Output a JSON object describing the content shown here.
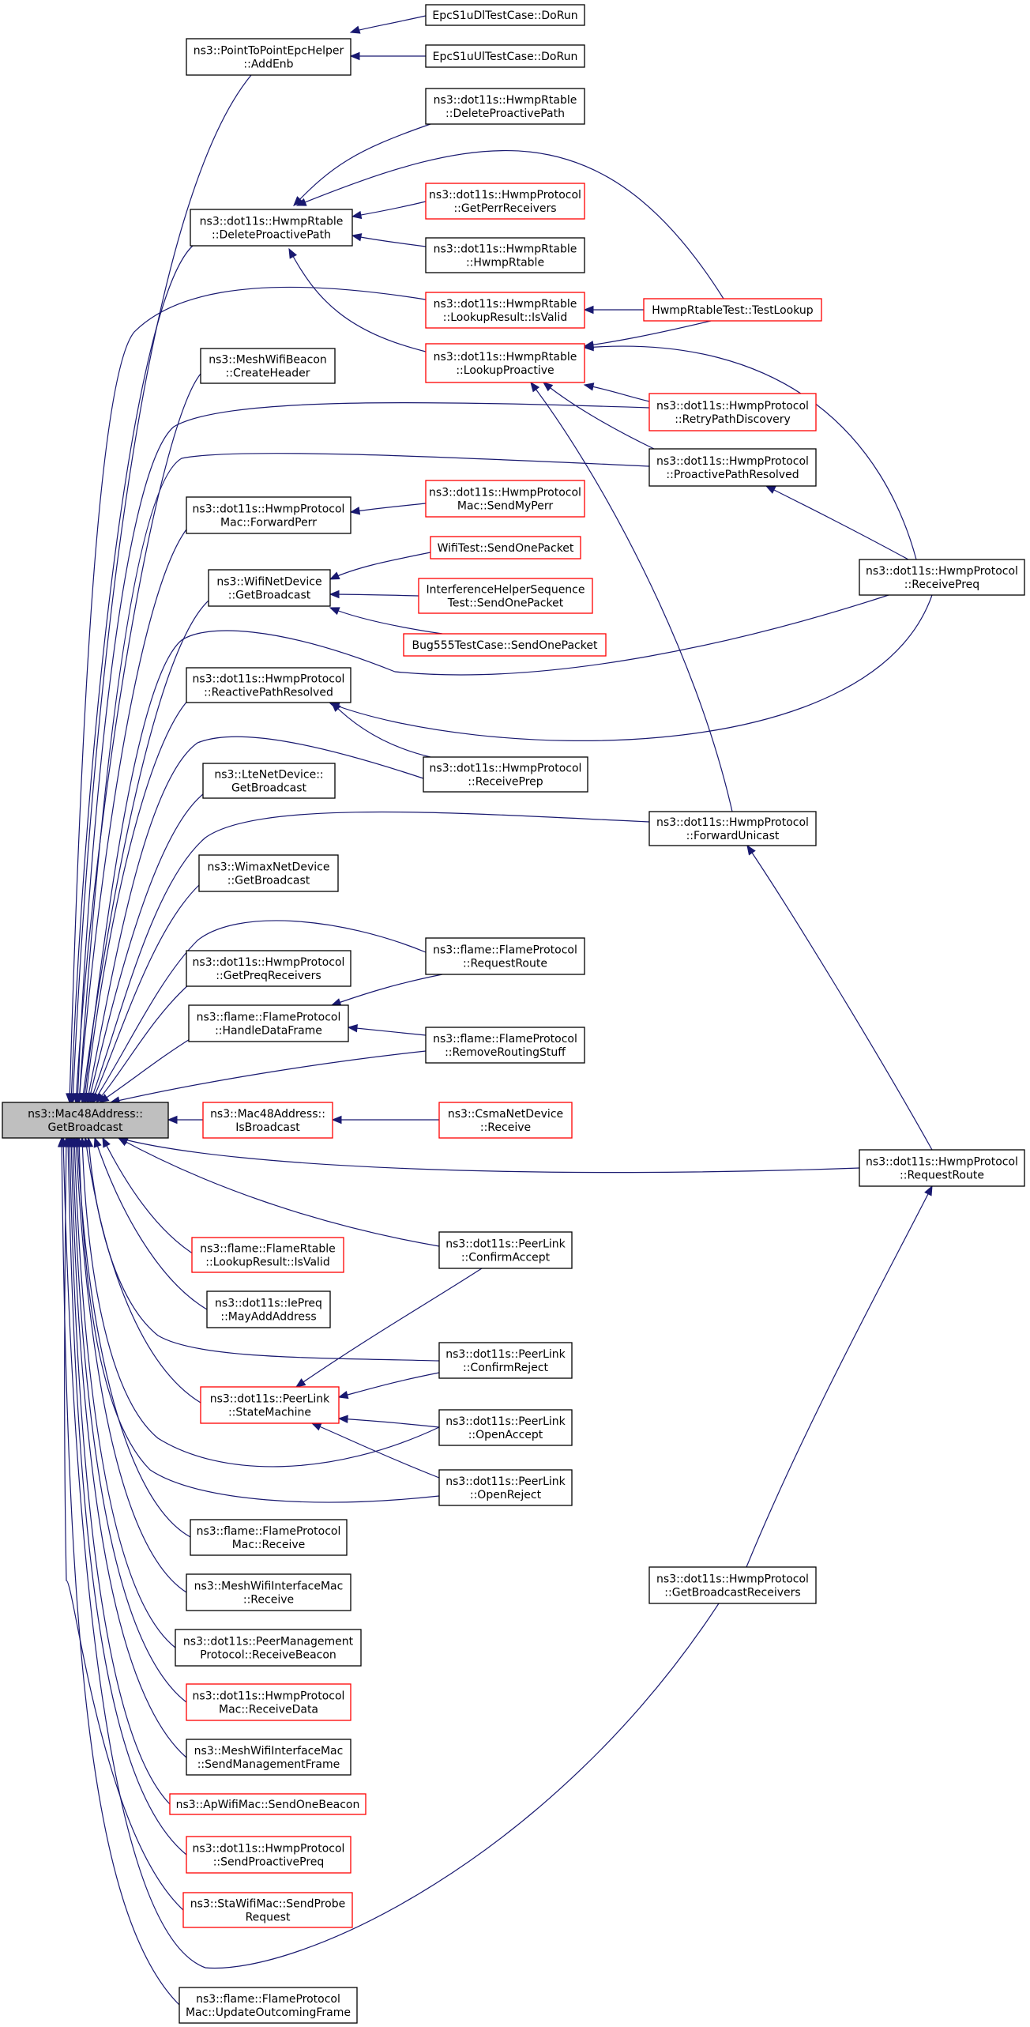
{
  "colors": {
    "edge": "#191970",
    "border_normal": "#000000",
    "border_truncated": "#ff0000",
    "root_fill": "#bfbfbf",
    "node_fill": "#ffffff"
  },
  "nodes": [
    {
      "id": "root",
      "lines": [
        "ns3::Mac48Address::",
        "GetBroadcast"
      ],
      "style": "root"
    },
    {
      "id": "p2p",
      "lines": [
        "ns3::PointToPointEpcHelper",
        "::AddEnb"
      ],
      "style": "normal"
    },
    {
      "id": "epcdl",
      "lines": [
        "EpcS1uDlTestCase::DoRun"
      ],
      "style": "normal"
    },
    {
      "id": "epcul",
      "lines": [
        "EpcS1uUlTestCase::DoRun"
      ],
      "style": "normal"
    },
    {
      "id": "delproR",
      "lines": [
        "ns3::dot11s::HwmpRtable",
        "::DeleteProactivePath"
      ],
      "style": "normal"
    },
    {
      "id": "delproL",
      "lines": [
        "ns3::dot11s::HwmpRtable",
        "::DeleteProactivePath"
      ],
      "style": "normal"
    },
    {
      "id": "getperr",
      "lines": [
        "ns3::dot11s::HwmpProtocol",
        "::GetPerrReceivers"
      ],
      "style": "truncated"
    },
    {
      "id": "hwmprtable",
      "lines": [
        "ns3::dot11s::HwmpRtable",
        "::HwmpRtable"
      ],
      "style": "normal"
    },
    {
      "id": "lrvalid",
      "lines": [
        "ns3::dot11s::HwmpRtable",
        "::LookupResult::IsValid"
      ],
      "style": "truncated"
    },
    {
      "id": "testlookup",
      "lines": [
        "HwmpRtableTest::TestLookup"
      ],
      "style": "truncated"
    },
    {
      "id": "lookupproactive",
      "lines": [
        "ns3::dot11s::HwmpRtable",
        "::LookupProactive"
      ],
      "style": "truncated"
    },
    {
      "id": "meshbeacon",
      "lines": [
        "ns3::MeshWifiBeacon",
        "::CreateHeader"
      ],
      "style": "normal"
    },
    {
      "id": "retrypath",
      "lines": [
        "ns3::dot11s::HwmpProtocol",
        "::RetryPathDiscovery"
      ],
      "style": "truncated"
    },
    {
      "id": "propathres",
      "lines": [
        "ns3::dot11s::HwmpProtocol",
        "::ProactivePathResolved"
      ],
      "style": "normal"
    },
    {
      "id": "fwdperr",
      "lines": [
        "ns3::dot11s::HwmpProtocol",
        "Mac::ForwardPerr"
      ],
      "style": "normal"
    },
    {
      "id": "sendmyperr",
      "lines": [
        "ns3::dot11s::HwmpProtocol",
        "Mac::SendMyPerr"
      ],
      "style": "truncated"
    },
    {
      "id": "receivepreq",
      "lines": [
        "ns3::dot11s::HwmpProtocol",
        "::ReceivePreq"
      ],
      "style": "normal"
    },
    {
      "id": "wifitest",
      "lines": [
        "WifiTest::SendOnePacket"
      ],
      "style": "truncated"
    },
    {
      "id": "wifinet",
      "lines": [
        "ns3::WifiNetDevice",
        "::GetBroadcast"
      ],
      "style": "normal"
    },
    {
      "id": "interf",
      "lines": [
        "InterferenceHelperSequence",
        "Test::SendOnePacket"
      ],
      "style": "truncated"
    },
    {
      "id": "bug555",
      "lines": [
        "Bug555TestCase::SendOnePacket"
      ],
      "style": "truncated"
    },
    {
      "id": "reactive",
      "lines": [
        "ns3::dot11s::HwmpProtocol",
        "::ReactivePathResolved"
      ],
      "style": "normal"
    },
    {
      "id": "receiveprep",
      "lines": [
        "ns3::dot11s::HwmpProtocol",
        "::ReceivePrep"
      ],
      "style": "normal"
    },
    {
      "id": "lte",
      "lines": [
        "ns3::LteNetDevice::",
        "GetBroadcast"
      ],
      "style": "normal"
    },
    {
      "id": "fwdunicast",
      "lines": [
        "ns3::dot11s::HwmpProtocol",
        "::ForwardUnicast"
      ],
      "style": "normal"
    },
    {
      "id": "wimax",
      "lines": [
        "ns3::WimaxNetDevice",
        "::GetBroadcast"
      ],
      "style": "normal"
    },
    {
      "id": "getpreq",
      "lines": [
        "ns3::dot11s::HwmpProtocol",
        "::GetPreqReceivers"
      ],
      "style": "normal"
    },
    {
      "id": "flamereq",
      "lines": [
        "ns3::flame::FlameProtocol",
        "::RequestRoute"
      ],
      "style": "normal"
    },
    {
      "id": "handledata",
      "lines": [
        "ns3::flame::FlameProtocol",
        "::HandleDataFrame"
      ],
      "style": "normal"
    },
    {
      "id": "removerouting",
      "lines": [
        "ns3::flame::FlameProtocol",
        "::RemoveRoutingStuff"
      ],
      "style": "normal"
    },
    {
      "id": "isbroadcast",
      "lines": [
        "ns3::Mac48Address::",
        "IsBroadcast"
      ],
      "style": "truncated"
    },
    {
      "id": "csma",
      "lines": [
        "ns3::CsmaNetDevice",
        "::Receive"
      ],
      "style": "truncated"
    },
    {
      "id": "hwmpreqroute",
      "lines": [
        "ns3::dot11s::HwmpProtocol",
        "::RequestRoute"
      ],
      "style": "normal"
    },
    {
      "id": "flamertable",
      "lines": [
        "ns3::flame::FlameRtable",
        "::LookupResult::IsValid"
      ],
      "style": "truncated"
    },
    {
      "id": "confirmaccept",
      "lines": [
        "ns3::dot11s::PeerLink",
        "::ConfirmAccept"
      ],
      "style": "normal"
    },
    {
      "id": "iepreq",
      "lines": [
        "ns3::dot11s::IePreq",
        "::MayAddAddress"
      ],
      "style": "normal"
    },
    {
      "id": "confirmreject",
      "lines": [
        "ns3::dot11s::PeerLink",
        "::ConfirmReject"
      ],
      "style": "normal"
    },
    {
      "id": "statemachine",
      "lines": [
        "ns3::dot11s::PeerLink",
        "::StateMachine"
      ],
      "style": "truncated"
    },
    {
      "id": "openaccept",
      "lines": [
        "ns3::dot11s::PeerLink",
        "::OpenAccept"
      ],
      "style": "normal"
    },
    {
      "id": "openreject",
      "lines": [
        "ns3::dot11s::PeerLink",
        "::OpenReject"
      ],
      "style": "normal"
    },
    {
      "id": "flamemacrecv",
      "lines": [
        "ns3::flame::FlameProtocol",
        "Mac::Receive"
      ],
      "style": "normal"
    },
    {
      "id": "meshifrecv",
      "lines": [
        "ns3::MeshWifiInterfaceMac",
        "::Receive"
      ],
      "style": "normal"
    },
    {
      "id": "getbcastrecv",
      "lines": [
        "ns3::dot11s::HwmpProtocol",
        "::GetBroadcastReceivers"
      ],
      "style": "normal"
    },
    {
      "id": "peermgmt",
      "lines": [
        "ns3::dot11s::PeerManagement",
        "Protocol::ReceiveBeacon"
      ],
      "style": "normal"
    },
    {
      "id": "recvdata",
      "lines": [
        "ns3::dot11s::HwmpProtocol",
        "Mac::ReceiveData"
      ],
      "style": "truncated"
    },
    {
      "id": "sendmgmt",
      "lines": [
        "ns3::MeshWifiInterfaceMac",
        "::SendManagementFrame"
      ],
      "style": "normal"
    },
    {
      "id": "apwifi",
      "lines": [
        "ns3::ApWifiMac::SendOneBeacon"
      ],
      "style": "truncated"
    },
    {
      "id": "sendprpreq",
      "lines": [
        "ns3::dot11s::HwmpProtocol",
        "::SendProactivePreq"
      ],
      "style": "truncated"
    },
    {
      "id": "stawifi",
      "lines": [
        "ns3::StaWifiMac::SendProbe",
        "Request"
      ],
      "style": "truncated"
    },
    {
      "id": "updateout",
      "lines": [
        "ns3::flame::FlameProtocol",
        "Mac::UpdateOutcomingFrame"
      ],
      "style": "normal"
    }
  ],
  "edges": [
    [
      "epcdl",
      "p2p"
    ],
    [
      "epcul",
      "p2p"
    ],
    [
      "delproR",
      "delproL"
    ],
    [
      "getperr",
      "delproL"
    ],
    [
      "hwmprtable",
      "delproL"
    ],
    [
      "testlookup",
      "delproL"
    ],
    [
      "lookupproactive",
      "delproL"
    ],
    [
      "testlookup",
      "lrvalid"
    ],
    [
      "testlookup",
      "lookupproactive"
    ],
    [
      "retrypath",
      "lookupproactive"
    ],
    [
      "propathres",
      "lookupproactive"
    ],
    [
      "receivepreq",
      "lookupproactive"
    ],
    [
      "fwdunicast",
      "lookupproactive"
    ],
    [
      "receivepreq",
      "propathres"
    ],
    [
      "sendmyperr",
      "fwdperr"
    ],
    [
      "wifitest",
      "wifinet"
    ],
    [
      "interf",
      "wifinet"
    ],
    [
      "bug555",
      "wifinet"
    ],
    [
      "receiveprep",
      "reactive"
    ],
    [
      "receivepreq",
      "reactive"
    ],
    [
      "hwmpreqroute",
      "fwdunicast"
    ],
    [
      "getbcastrecv",
      "hwmpreqroute"
    ],
    [
      "flamereq",
      "handledata"
    ],
    [
      "removerouting",
      "handledata"
    ],
    [
      "csma",
      "isbroadcast"
    ],
    [
      "confirmaccept",
      "statemachine"
    ],
    [
      "confirmreject",
      "statemachine"
    ],
    [
      "openaccept",
      "statemachine"
    ],
    [
      "openreject",
      "statemachine"
    ],
    [
      "p2p",
      "root"
    ],
    [
      "delproL",
      "root"
    ],
    [
      "lrvalid",
      "root"
    ],
    [
      "meshbeacon",
      "root"
    ],
    [
      "retrypath",
      "root"
    ],
    [
      "propathres",
      "root"
    ],
    [
      "fwdperr",
      "root"
    ],
    [
      "wifinet",
      "root"
    ],
    [
      "receivepreq",
      "root"
    ],
    [
      "reactive",
      "root"
    ],
    [
      "receiveprep",
      "root"
    ],
    [
      "lte",
      "root"
    ],
    [
      "fwdunicast",
      "root"
    ],
    [
      "wimax",
      "root"
    ],
    [
      "flamereq",
      "root"
    ],
    [
      "getpreq",
      "root"
    ],
    [
      "handledata",
      "root"
    ],
    [
      "removerouting",
      "root"
    ],
    [
      "isbroadcast",
      "root"
    ],
    [
      "hwmpreqroute",
      "root"
    ],
    [
      "confirmaccept",
      "root"
    ],
    [
      "flamertable",
      "root"
    ],
    [
      "iepreq",
      "root"
    ],
    [
      "confirmreject",
      "root"
    ],
    [
      "statemachine",
      "root"
    ],
    [
      "openaccept",
      "root"
    ],
    [
      "openreject",
      "root"
    ],
    [
      "flamemacrecv",
      "root"
    ],
    [
      "meshifrecv",
      "root"
    ],
    [
      "peermgmt",
      "root"
    ],
    [
      "recvdata",
      "root"
    ],
    [
      "sendmgmt",
      "root"
    ],
    [
      "apwifi",
      "root"
    ],
    [
      "sendprpreq",
      "root"
    ],
    [
      "stawifi",
      "root"
    ],
    [
      "getbcastrecv",
      "root"
    ],
    [
      "updateout",
      "root"
    ]
  ]
}
